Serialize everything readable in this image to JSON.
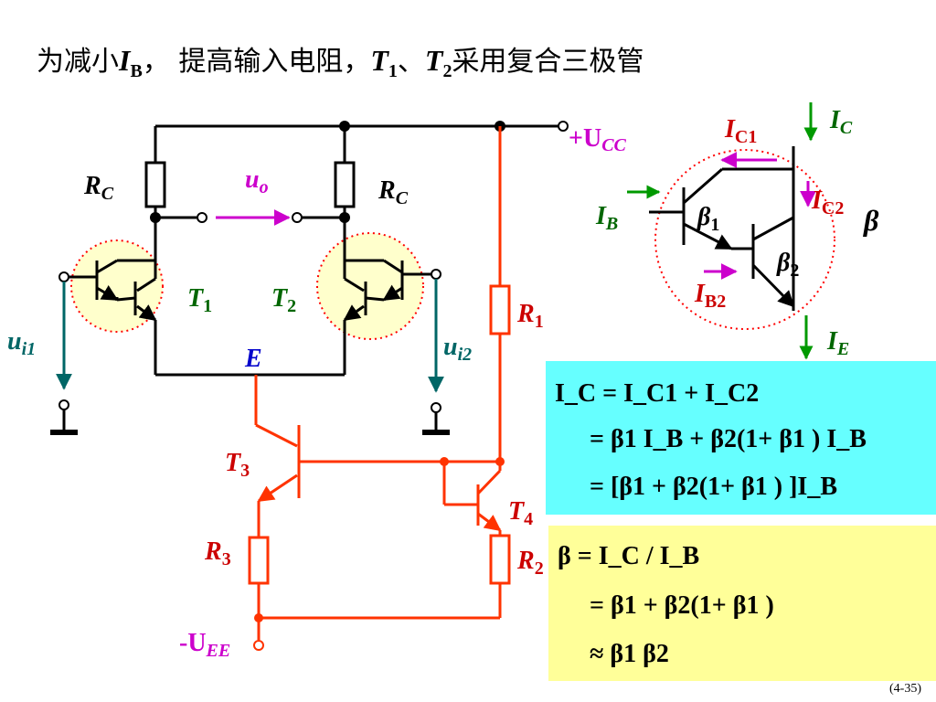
{
  "title": {
    "prefix": "为减小",
    "ib_main": "I",
    "ib_sub": "B",
    "middle": "， 提高输入电阻，",
    "t1_main": "T",
    "t1_sub": "1",
    "sep": "、",
    "t2_main": "T",
    "t2_sub": "2",
    "suffix": "采用复合三极管"
  },
  "circuit": {
    "ucc": "+U",
    "ucc_sub": "CC",
    "uee": "-U",
    "uee_sub": "EE",
    "rc_left": "R",
    "rc_left_sub": "C",
    "rc_right": "R",
    "rc_right_sub": "C",
    "uo": "u",
    "uo_sub": "o",
    "t1": "T",
    "t1_sub": "1",
    "t2": "T",
    "t2_sub": "2",
    "e_label": "E",
    "ui1": "u",
    "ui1_sub": "i1",
    "ui2": "u",
    "ui2_sub": "i2",
    "t3": "T",
    "t3_sub": "3",
    "t4": "T",
    "t4_sub": "4",
    "r1": "R",
    "r1_sub": "1",
    "r2": "R",
    "r2_sub": "2",
    "r3": "R",
    "r3_sub": "3"
  },
  "darlington": {
    "ic1": "I",
    "ic1_sub": "C1",
    "ic": "I",
    "ic_sub": "C",
    "ic2": "I",
    "ic2_sub": "C2",
    "ib": "I",
    "ib_sub": "B",
    "beta1": "β",
    "beta1_sub": "1",
    "beta2": "β",
    "beta2_sub": "2",
    "beta": "β",
    "ib2": "I",
    "ib2_sub": "B2",
    "ie": "I",
    "ie_sub": "E"
  },
  "formulas_cyan": [
    "I_C = I_C1 + I_C2",
    "= β1 I_B + β2(1+ β1 ) I_B",
    "= [β1 + β2(1+ β1 ) ]I_B"
  ],
  "formulas_yellow": [
    "β = I_C / I_B",
    "= β1 + β2(1+ β1 )",
    "≈ β1 β2"
  ],
  "slide_number": "(4-35)",
  "colors": {
    "wire_black": "#000000",
    "wire_red": "#ff3300",
    "label_red": "#cc0000",
    "label_magenta": "#cc00cc",
    "label_green": "#006600",
    "arrow_green": "#009900",
    "arrow_teal": "#006666",
    "highlight": "#ffffcc",
    "dotted_red": "#ff0000",
    "cyan_box": "#66ffff",
    "yellow_box": "#ffff99"
  }
}
